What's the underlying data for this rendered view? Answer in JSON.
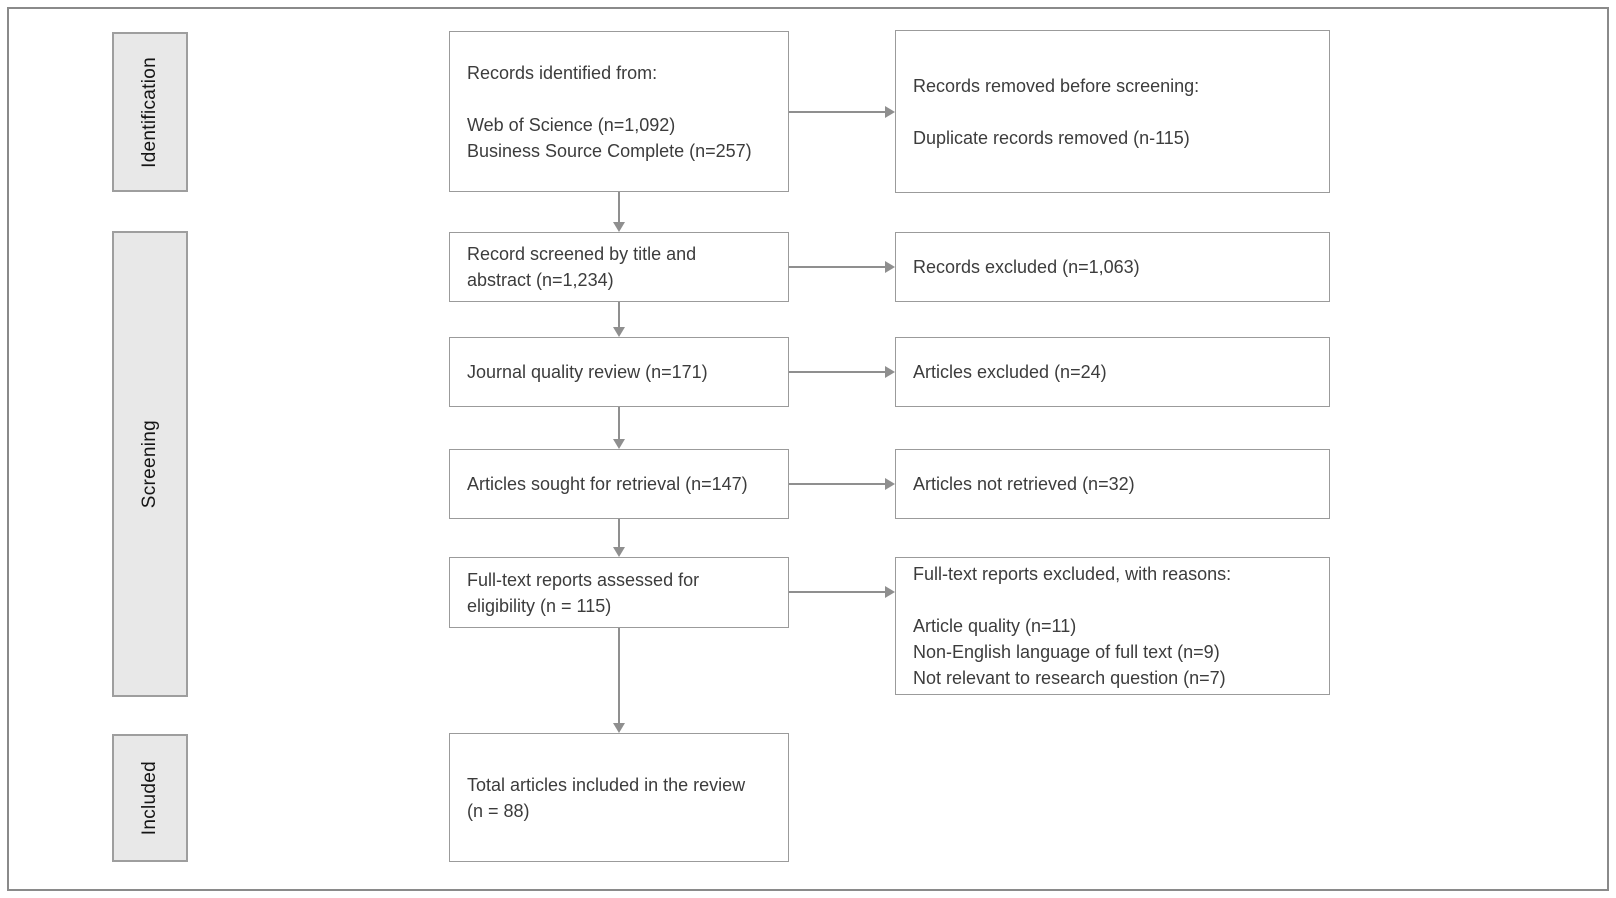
{
  "colors": {
    "frame_border": "#8a8a8a",
    "box_border": "#9b9b9b",
    "box_text": "#3c3c3c",
    "stage_fill": "#e8e8e8",
    "stage_text": "#151515",
    "arrow": "#8f8f8f"
  },
  "stages": [
    {
      "label": "Identification"
    },
    {
      "label": "Screening"
    },
    {
      "label": "Included"
    }
  ],
  "flow": {
    "main": [
      {
        "text": "Records identified from:\n\nWeb of Science (n=1,092)\nBusiness Source Complete (n=257)"
      },
      {
        "text": "Record screened by title and\nabstract (n=1,234)"
      },
      {
        "text": "Journal quality review (n=171)"
      },
      {
        "text": "Articles sought for retrieval (n=147)"
      },
      {
        "text": "Full-text reports assessed for\neligibility (n = 115)"
      },
      {
        "text": "Total articles included in the review\n(n = 88)"
      }
    ],
    "side": [
      {
        "text": "Records removed before screening:\n\nDuplicate records removed (n-115)"
      },
      {
        "text": "Records excluded (n=1,063)"
      },
      {
        "text": "Articles excluded (n=24)"
      },
      {
        "text": "Articles not retrieved (n=32)"
      },
      {
        "text": "Full-text reports excluded, with reasons:\n\nArticle quality (n=11)\nNon-English language of full text (n=9)\nNot relevant to research question (n=7)"
      }
    ]
  }
}
